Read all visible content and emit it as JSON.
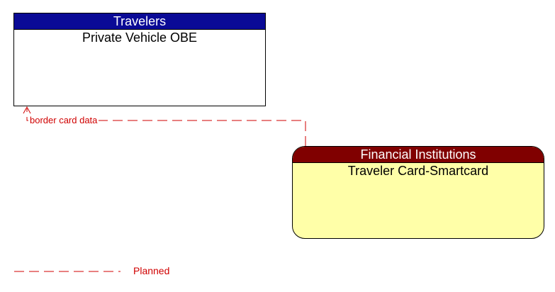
{
  "boxes": {
    "travelers": {
      "header": "Travelers",
      "title": "Private Vehicle OBE",
      "header_color": "#0a0a96",
      "fill_color": "#ffffff"
    },
    "financial": {
      "header": "Financial Institutions",
      "title": "Traveler Card-Smartcard",
      "header_color": "#800000",
      "fill_color": "#ffffa8"
    }
  },
  "flows": [
    {
      "label": "border card data",
      "status": "Planned",
      "color": "#d00000",
      "from": "Financial Institutions",
      "to": "Travelers"
    }
  ],
  "legend": {
    "planned_label": "Planned",
    "line_color": "#d00000"
  }
}
